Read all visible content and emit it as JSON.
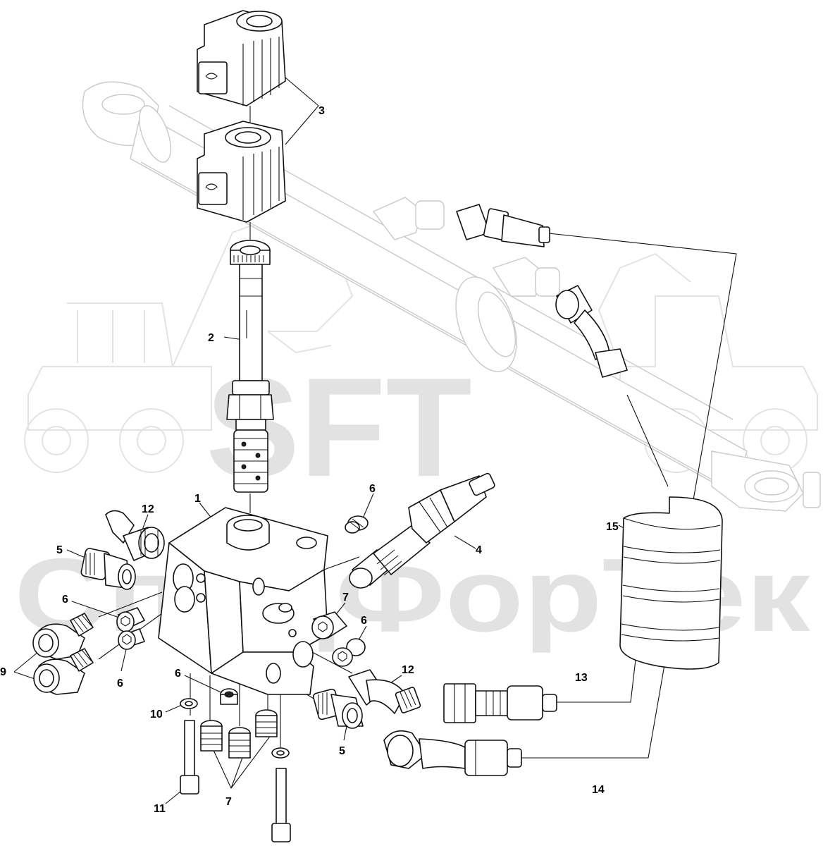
{
  "watermark": {
    "logo_text": "SFT",
    "company_text": "СпецФорТек"
  },
  "callouts": {
    "c1": "1",
    "c2": "2",
    "c3": "3",
    "c4": "4",
    "c5a": "5",
    "c5b": "5",
    "c6a": "6",
    "c6b": "6",
    "c6c": "6",
    "c6d": "6",
    "c6e": "6",
    "c7a": "7",
    "c7b": "7",
    "c9": "9",
    "c10": "10",
    "c11": "11",
    "c12a": "12",
    "c12b": "12",
    "c13": "13",
    "c14": "14",
    "c15": "15"
  }
}
